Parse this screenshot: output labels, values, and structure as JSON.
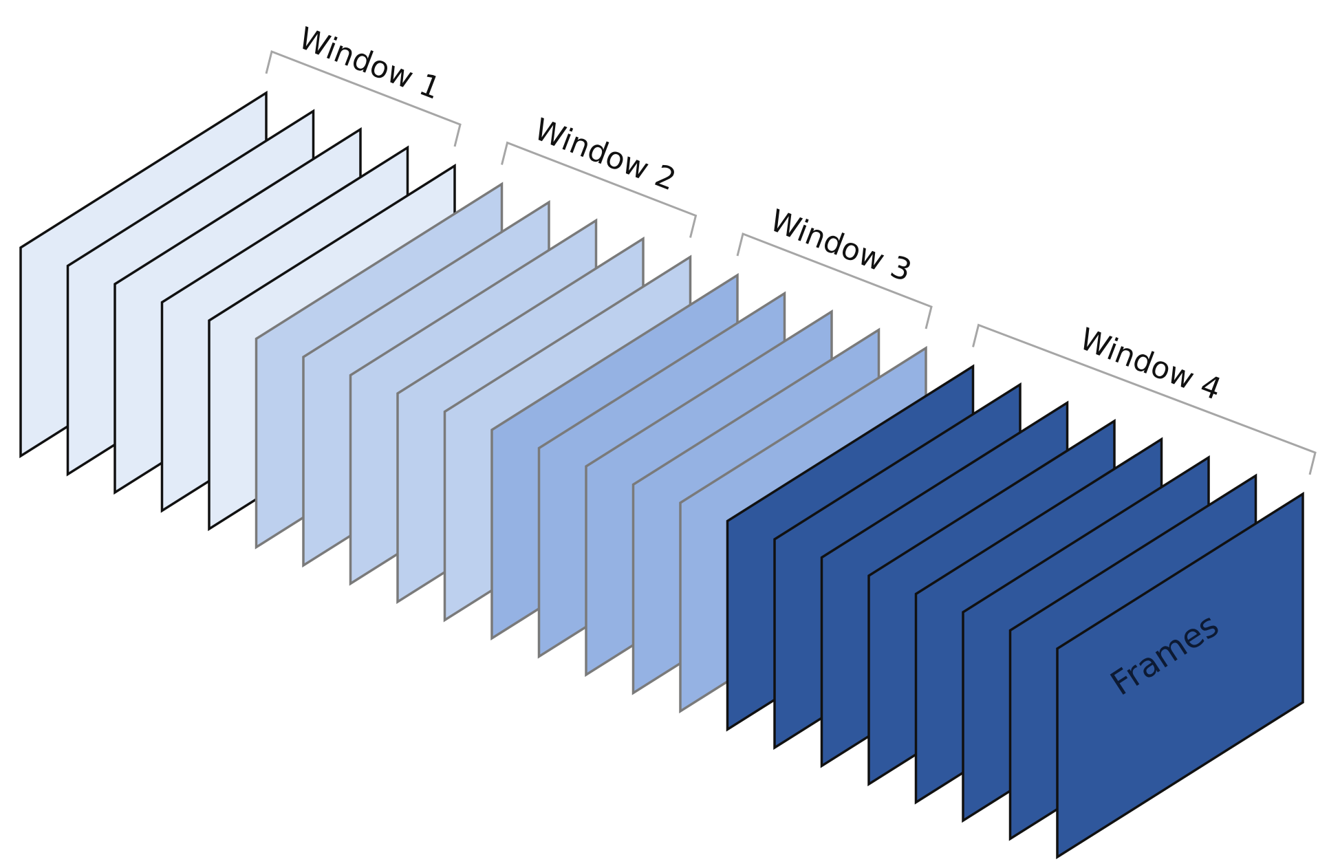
{
  "diagram": {
    "frames_label": "Frames",
    "windows": [
      {
        "label": "Window 1",
        "frame_count": 5,
        "color": "#e2ebf8"
      },
      {
        "label": "Window 2",
        "frame_count": 5,
        "color": "#bdd0ee"
      },
      {
        "label": "Window 3",
        "frame_count": 5,
        "color": "#95b2e3"
      },
      {
        "label": "Window 4",
        "frame_count": 8,
        "color": "#2f579c"
      }
    ],
    "colors": {
      "frame_border_dark": "#111111",
      "frame_border_light": "#7a7a7a",
      "bracket": "#a6a6a6"
    }
  }
}
